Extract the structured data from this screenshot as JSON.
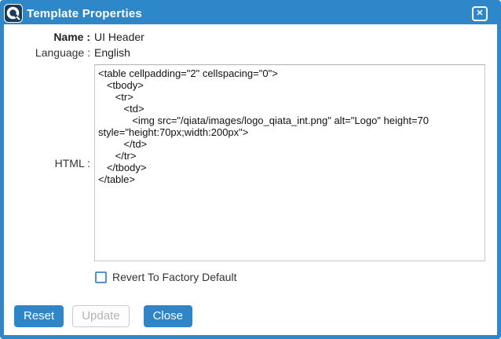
{
  "dialog": {
    "title": "Template Properties",
    "icons": {
      "app_logo": "qiata-logo",
      "close_glyph": "✕"
    },
    "colors": {
      "accent_blue": "#2e87c9",
      "logo_navy": "#1b3a58",
      "disabled_text": "#b4b4b4",
      "textarea_border": "#c8c8c8"
    }
  },
  "fields": {
    "name": {
      "label": "Name :",
      "value": "UI Header"
    },
    "language": {
      "label": "Language :",
      "value": "English"
    },
    "html": {
      "label": "HTML :",
      "value": "<table cellpadding=\"2\" cellspacing=\"0\">\n   <tbody>\n      <tr>\n         <td>\n            <img src=\"/qiata/images/logo_qiata_int.png\" alt=\"Logo\" height=70 style=\"height:70px;width:200px\">\n         </td>\n      </tr>\n   </tbody>\n</table>"
    }
  },
  "checkbox": {
    "label": "Revert To Factory Default",
    "checked": false
  },
  "buttons": {
    "reset": "Reset",
    "update": "Update",
    "close": "Close"
  }
}
